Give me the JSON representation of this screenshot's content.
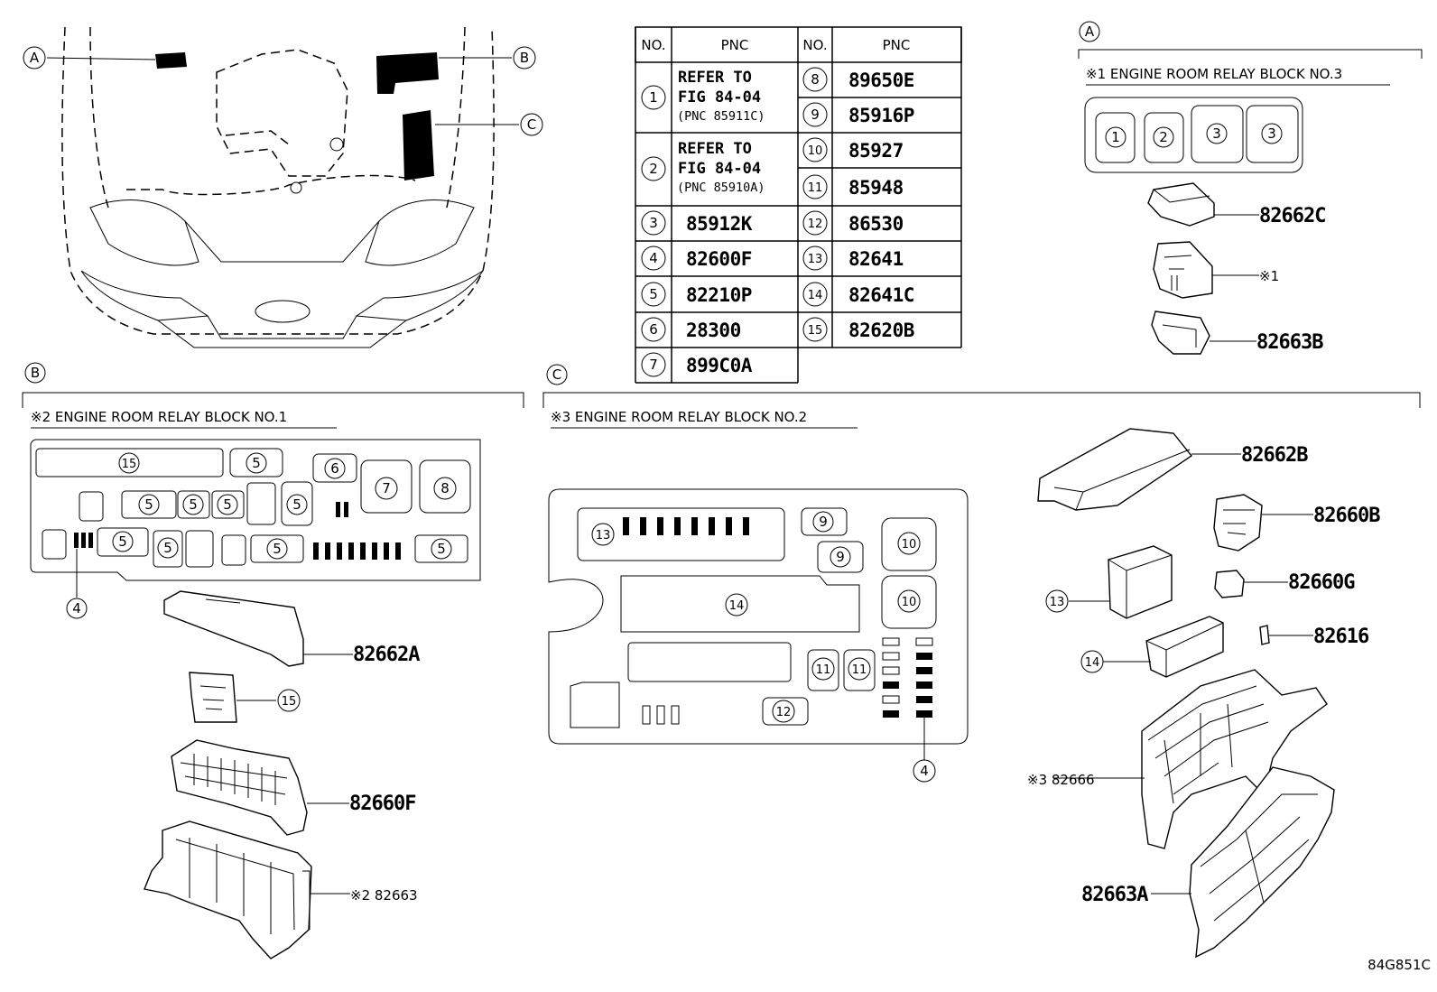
{
  "diagram_code": "84G851C",
  "table": {
    "headers": [
      "NO.",
      "PNC",
      "NO.",
      "PNC"
    ],
    "left_rows": [
      {
        "no": "1",
        "pnc_lines": [
          "REFER TO",
          "FIG 84-04",
          "(PNC 85911C)"
        ]
      },
      {
        "no": "2",
        "pnc_lines": [
          "REFER TO",
          "FIG 84-04",
          "(PNC 85910A)"
        ]
      },
      {
        "no": "3",
        "pnc": "85912K"
      },
      {
        "no": "4",
        "pnc": "82600F"
      },
      {
        "no": "5",
        "pnc": "82210P"
      },
      {
        "no": "6",
        "pnc": "28300"
      },
      {
        "no": "7",
        "pnc": "899C0A"
      }
    ],
    "right_rows": [
      {
        "no": "8",
        "pnc": "89650E"
      },
      {
        "no": "9",
        "pnc": "85916P"
      },
      {
        "no": "10",
        "pnc": "85927"
      },
      {
        "no": "11",
        "pnc": "85948"
      },
      {
        "no": "12",
        "pnc": "86530"
      },
      {
        "no": "13",
        "pnc": "82641"
      },
      {
        "no": "14",
        "pnc": "82641C"
      },
      {
        "no": "15",
        "pnc": "82620B"
      }
    ]
  },
  "locator": {
    "callouts": [
      "A",
      "B",
      "C"
    ]
  },
  "section_a": {
    "id": "A",
    "title": "※1 ENGINE ROOM RELAY BLOCK NO.3",
    "slots": [
      "1",
      "2",
      "3",
      "3"
    ],
    "parts": [
      "82662C",
      "※1",
      "82663B"
    ]
  },
  "section_b": {
    "id": "B",
    "title": "※2 ENGINE ROOM RELAY BLOCK NO.1",
    "callout_below": "4",
    "slots": [
      "15",
      "5",
      "6",
      "7",
      "8",
      "5",
      "5",
      "5",
      "5",
      "5",
      "5",
      "5",
      "5"
    ],
    "parts": [
      "82662A",
      "15",
      "82660F",
      "※2 82663"
    ]
  },
  "section_c": {
    "id": "C",
    "title": "※3 ENGINE ROOM RELAY BLOCK NO.2",
    "callout_below": "4",
    "slots": [
      "13",
      "9",
      "9",
      "10",
      "10",
      "14",
      "11",
      "11",
      "12"
    ],
    "parts": [
      "82662B",
      "82660B",
      "13",
      "82660G",
      "82616",
      "14",
      "※3 82666",
      "82663A"
    ]
  }
}
